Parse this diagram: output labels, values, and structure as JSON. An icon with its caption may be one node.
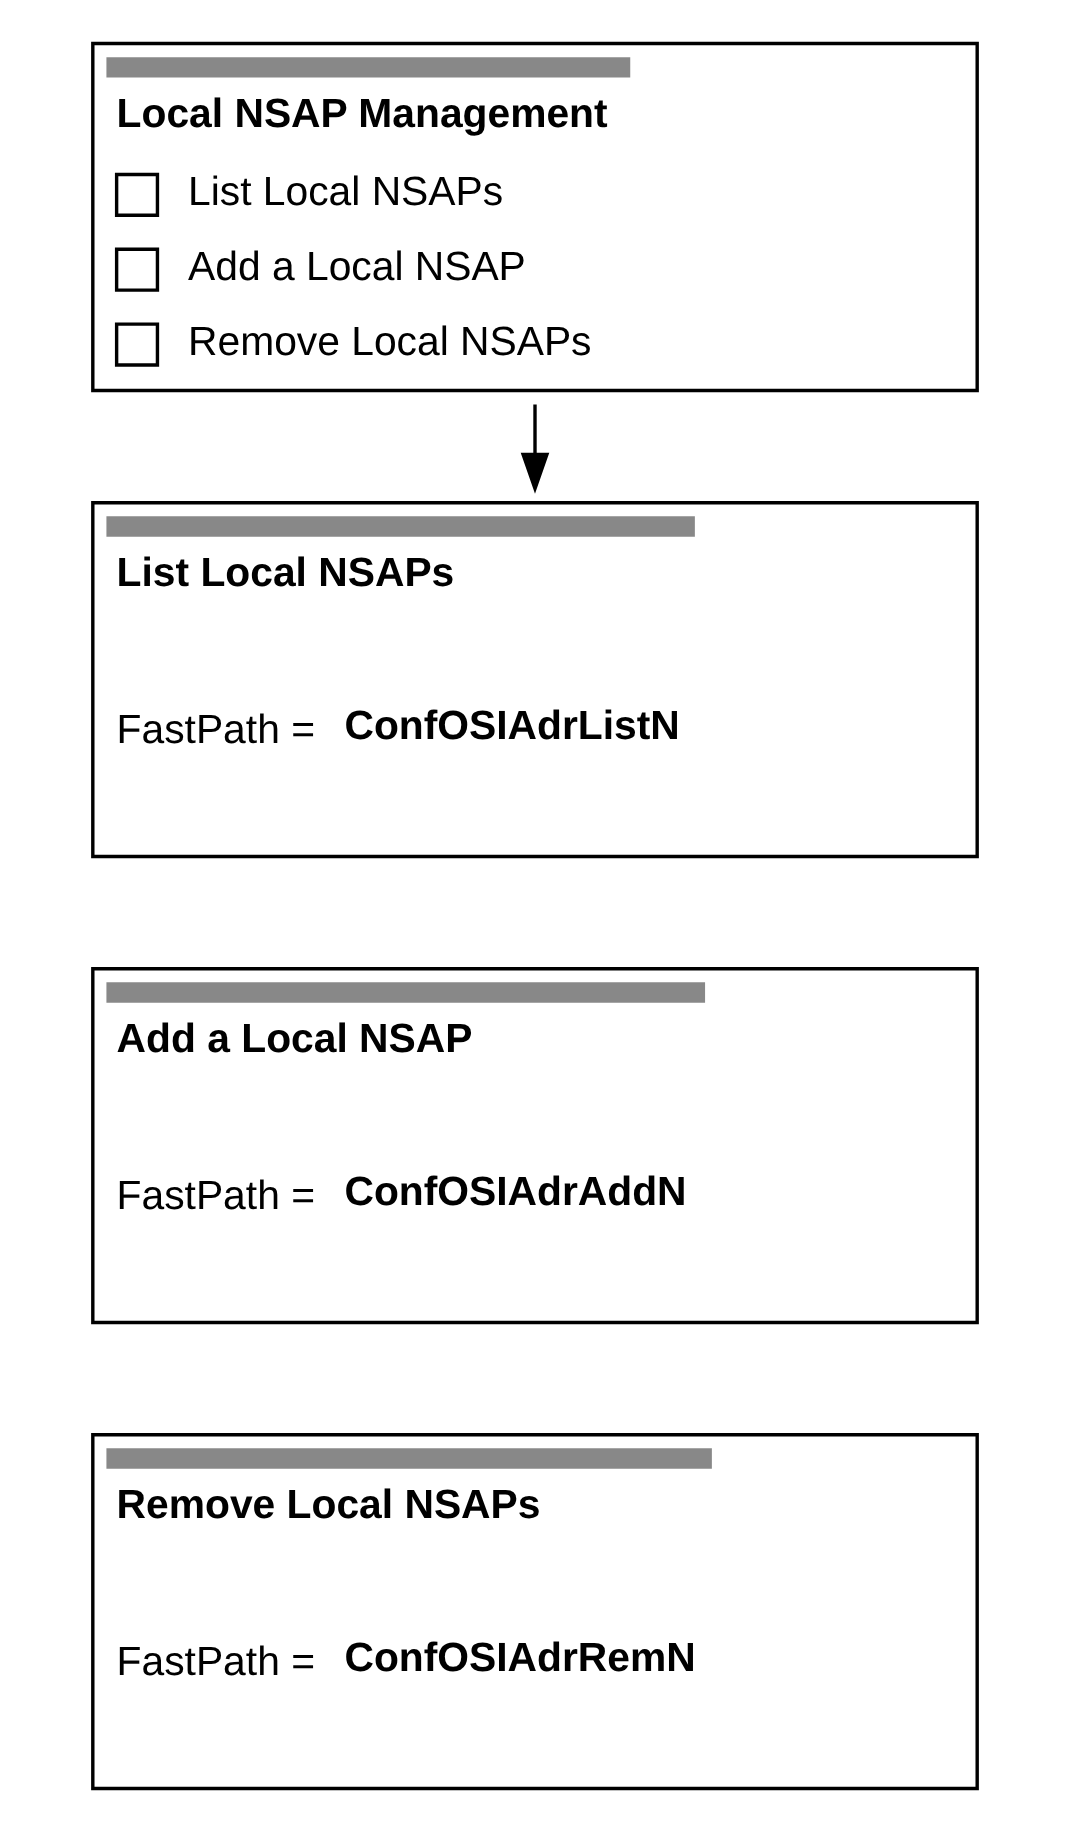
{
  "diagram": {
    "nodes": [
      {
        "text": [
          "Local NSAP Management",
          "List Local NSAPs",
          "Add a Local NSAP",
          "Remove Local NSAPs"
        ]
      },
      {
        "text": [
          "List Local NSAPs",
          "FastPath =",
          "ConfOSIAdrListN"
        ]
      },
      {
        "text": [
          "Add a Local NSAP",
          "FastPath =",
          "ConfOSIAdrAddN"
        ]
      },
      {
        "text": [
          "Remove Local NSAPs",
          "FastPath =",
          "ConfOSIAdrRemN"
        ]
      }
    ],
    "edges": [
      {
        "from": 0,
        "to": 1,
        "arrow": "to"
      }
    ]
  }
}
